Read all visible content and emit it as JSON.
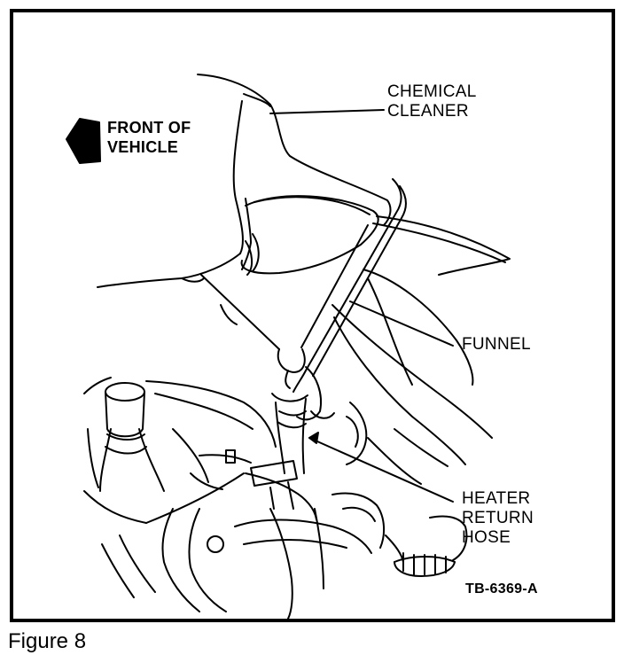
{
  "figure": {
    "caption": "Figure 8",
    "reference_code": "TB-6369-A"
  },
  "labels": {
    "front_of_vehicle_line1": "FRONT OF",
    "front_of_vehicle_line2": "VEHICLE",
    "chemical_cleaner_line1": "CHEMICAL",
    "chemical_cleaner_line2": "CLEANER",
    "funnel": "FUNNEL",
    "heater_return_hose_line1": "HEATER",
    "heater_return_hose_line2": "RETURN",
    "heater_return_hose_line3": "HOSE"
  },
  "icons": {
    "direction_arrow": "left-arrow-icon"
  },
  "colors": {
    "ink": "#000000",
    "paper": "#ffffff"
  }
}
